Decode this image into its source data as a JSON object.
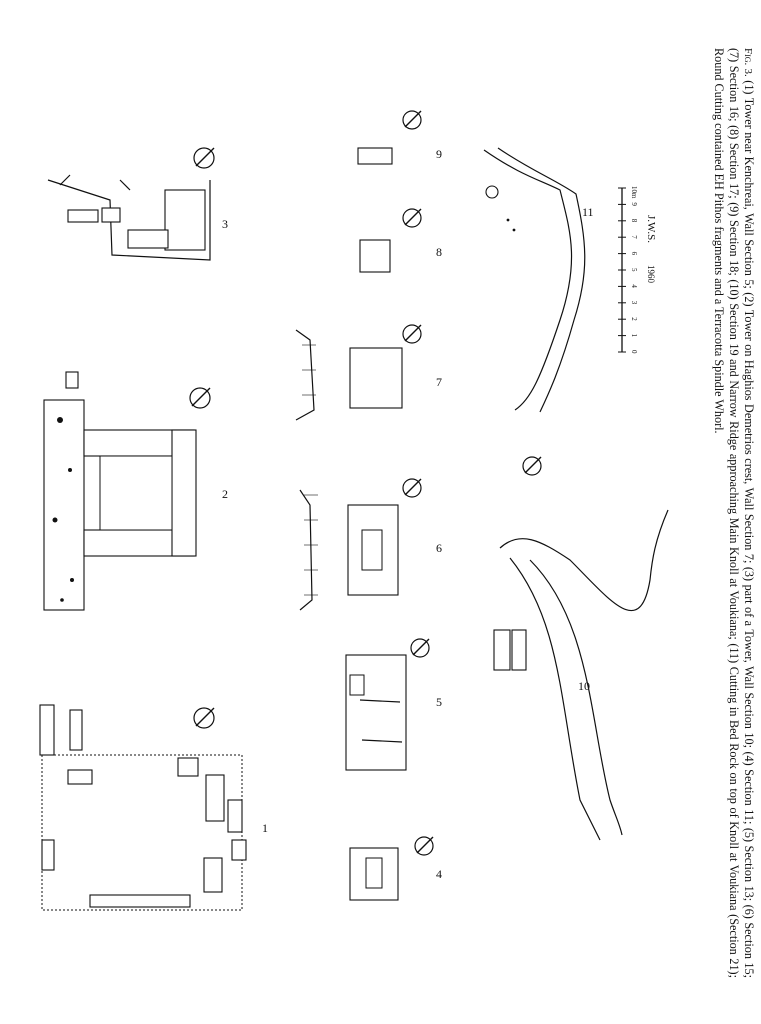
{
  "figures": {
    "labels": [
      "1",
      "2",
      "3",
      "4",
      "5",
      "6",
      "7",
      "8",
      "9",
      "10",
      "11"
    ]
  },
  "scale_bar": {
    "ticks": [
      "0",
      "1",
      "2",
      "3",
      "4",
      "5",
      "6",
      "7",
      "8",
      "9",
      "10m"
    ],
    "initials": "J.W.S.",
    "year": "1960"
  },
  "caption": {
    "prefix": "Fig. 3.",
    "text": "(1) Tower near Kenchreai, Wall Section 5; (2) Tower on Haghios Demetrios crest, Wall Section 7; (3) part of a Tower, Wall Section 10; (4) Section 11; (5) Section 13; (6) Section 15; (7) Section 16; (8) Section 17; (9) Section 18; (10) Section 19 and Narrow Ridge approaching Main Knoll at Voukiana; (11) Cutting in Bed Rock on top of Knoll at Voukiana (Section 21); Round Cutting contained EH Pithos fragments and a Terracotta Spindle Whorl."
  },
  "icons": {
    "north_arrow": "north-arrow-icon"
  }
}
